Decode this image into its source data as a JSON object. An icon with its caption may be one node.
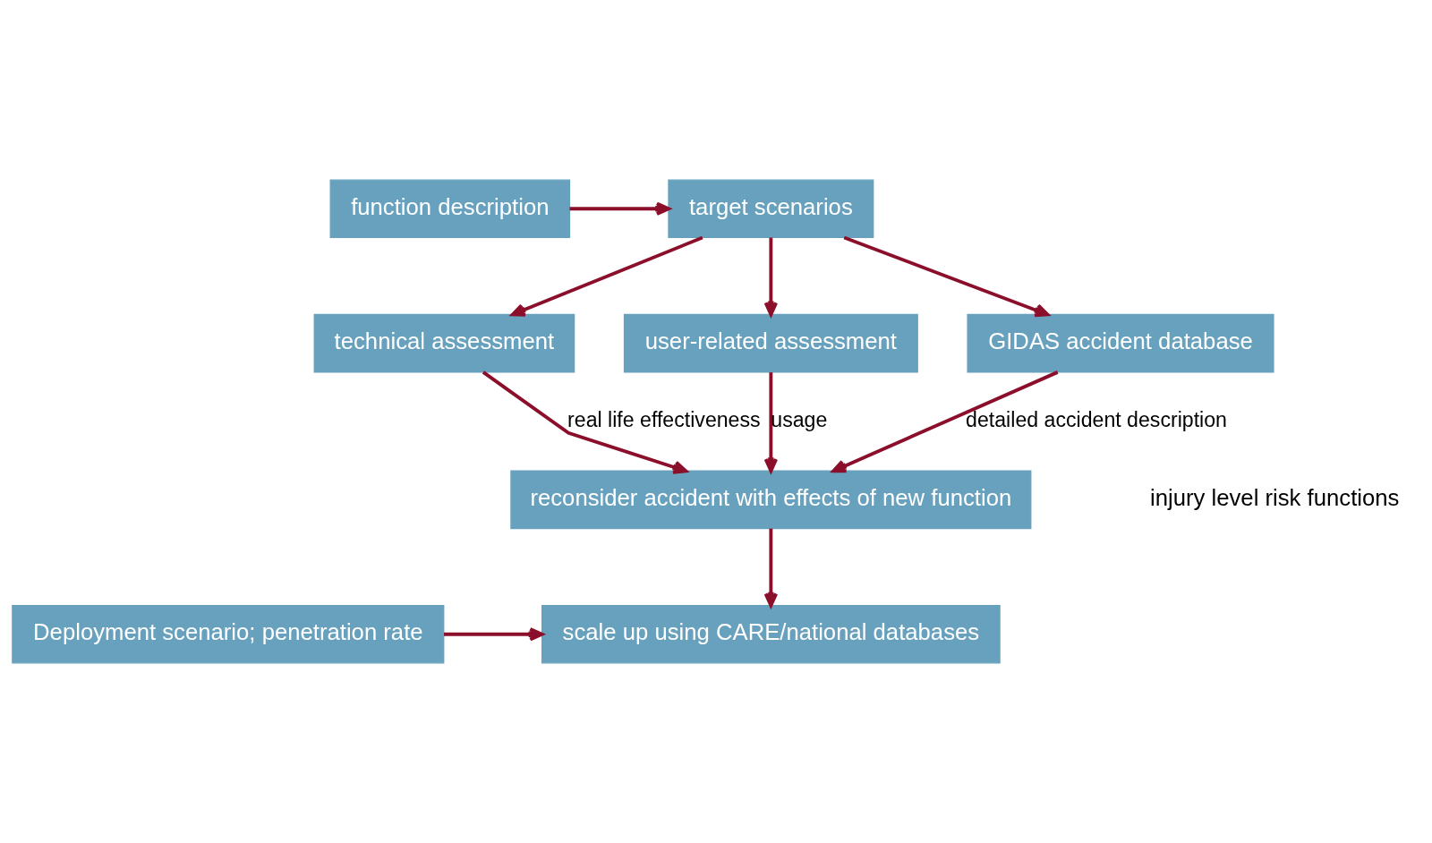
{
  "diagram": {
    "nodes": [
      {
        "text": [
          "function description"
        ]
      },
      {
        "text": [
          "target scenarios"
        ]
      },
      {
        "text": [
          "technical assessment"
        ]
      },
      {
        "text": [
          "user-related assessment"
        ]
      },
      {
        "text": [
          "GIDAS accident database"
        ]
      },
      {
        "text": [
          "reconsider accident with effects of new function"
        ]
      },
      {
        "text": [
          "Deployment scenario; penetration rate"
        ]
      },
      {
        "text": [
          "scale up using CARE/national databases"
        ]
      }
    ],
    "edges": [
      {
        "from": 0,
        "to": 1,
        "arrow": "to"
      },
      {
        "from": 1,
        "to": 2,
        "arrow": "to"
      },
      {
        "from": 1,
        "to": 3,
        "arrow": "to"
      },
      {
        "from": 1,
        "to": 4,
        "arrow": "to"
      },
      {
        "from": 2,
        "to": 5,
        "arrow": "to",
        "label": "real life effectiveness"
      },
      {
        "from": 3,
        "to": 5,
        "arrow": "to",
        "label": "usage"
      },
      {
        "from": 4,
        "to": 5,
        "arrow": "to",
        "label": "detailed accident description"
      },
      {
        "from": 5,
        "to": 7,
        "arrow": "to"
      },
      {
        "from": 6,
        "to": 7,
        "arrow": "to"
      }
    ],
    "labels": [
      "injury level risk functions"
    ]
  }
}
